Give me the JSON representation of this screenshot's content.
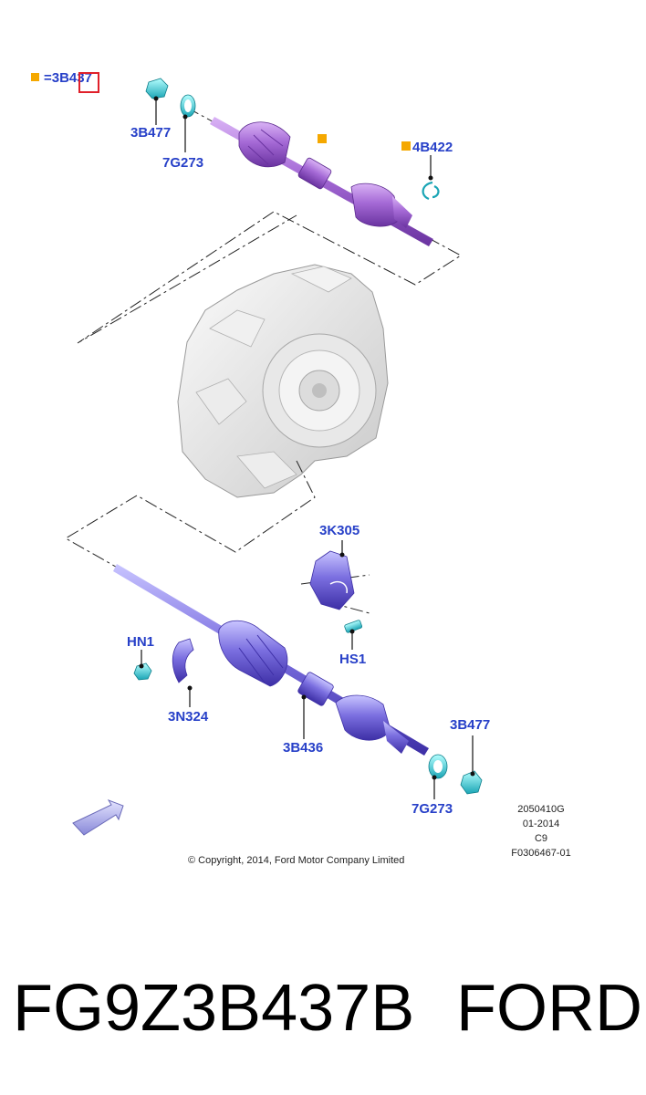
{
  "legend": {
    "equals_label": "=3B437"
  },
  "callouts": {
    "c1": "3B477",
    "c2": "7G273",
    "c3": "4B422",
    "c4": "3K305",
    "c5": "HS1",
    "c6": "HN1",
    "c7": "3N324",
    "c8": "3B436",
    "c9": "3B477",
    "c10": "7G273"
  },
  "meta": {
    "line1": "2050410G",
    "line2": "01-2014",
    "line3": "C9",
    "line4": "F0306467-01"
  },
  "copyright": "© Copyright, 2014, Ford Motor Company Limited",
  "footer": {
    "part_number": "FG9Z3B437B",
    "brand": "FORD"
  },
  "colors": {
    "callout": "#2740c8",
    "marker": "#f5a800",
    "upper_shaft": "#a56ad6",
    "lower_shaft": "#7b6fe0",
    "small_parts": "#3fd6d6",
    "highlight_box": "#e0202a"
  }
}
